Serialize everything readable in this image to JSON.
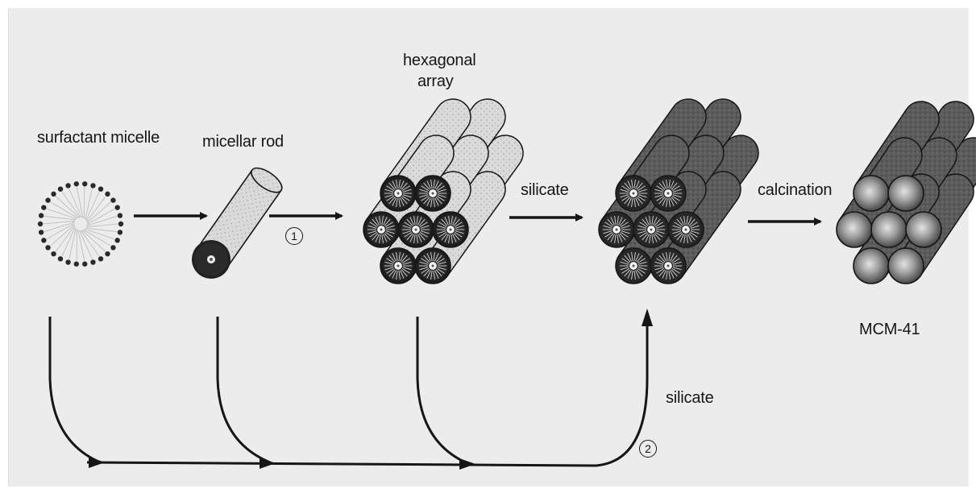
{
  "labels": {
    "surfactant_micelle": "surfactant micelle",
    "micellar_rod": "micellar rod",
    "hexagonal_array_line1": "hexagonal",
    "hexagonal_array_line2": "array",
    "silicate_top": "silicate",
    "calcination": "calcination",
    "mcm41": "MCM-41",
    "silicate_bottom": "silicate"
  },
  "pathway_markers": {
    "route_1": "1",
    "route_2": "2"
  },
  "colors": {
    "background": "#ececec",
    "ink": "#161616",
    "rod_light": "#d9d9d9",
    "rod_dark": "#5e5e5e"
  }
}
